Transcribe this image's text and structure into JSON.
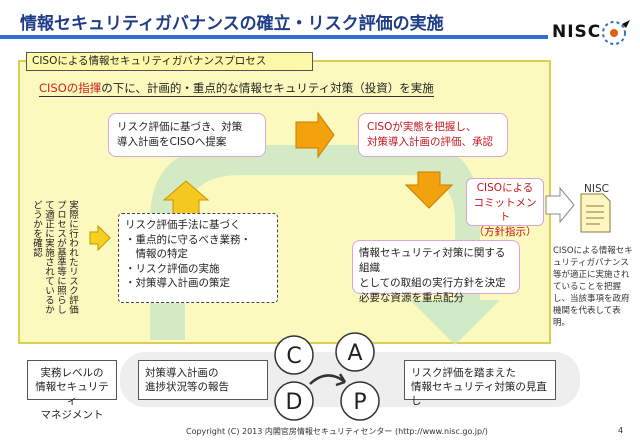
{
  "header": {
    "title": "情報セキュリティガバナンスの確立・リスク評価の実施",
    "logo_text": "NISC"
  },
  "process": {
    "tab_label": "CISOによる情報セキュリティガバナンスプロセス",
    "ciso_red": "CISOの指揮",
    "ciso_rest": "の下に、計画的・重点的な情報セキュリティ対策（投資）を実施"
  },
  "boxes": {
    "plan": [
      "リスク評価に基づき、対策",
      "導入計画をCISOへ提案"
    ],
    "ciso": [
      "CISOが実態を把握し、",
      "対策導入計画の評価、承認"
    ],
    "method": [
      "リスク評価手法に基づく",
      "・重点的に守るべき業務・",
      "　情報の特定",
      "・リスク評価の実施",
      "・対策導入計画の策定"
    ],
    "policy": [
      "情報セキュリティ対策に関する組織",
      "としての取組の実行方針を決定",
      "必要な資源を重点配分"
    ],
    "commit": [
      "CISOによる",
      "コミットメント",
      "（方針指示）"
    ]
  },
  "side": {
    "vertical_text": "実際に行われたリスク評価プロセスが基準等に照らして適正に実施されているかどうかを確認",
    "nisc_label": "NISC",
    "nisc_desc": "CISOによる情報セキュリティガバナンス等が適正に実施されていることを把握し、当該事項を政府機関を代表して表明。"
  },
  "bottom": {
    "left": [
      "実務レベルの",
      "情報セキュリティ",
      "マネジメント"
    ],
    "mid": [
      "対策導入計画の",
      "進捗状況等の報告"
    ],
    "right": [
      "リスク評価を踏まえた",
      "情報セキュリティ対策の見直し"
    ],
    "pdca": [
      "C",
      "A",
      "D",
      "P"
    ]
  },
  "footer": {
    "copyright": "Copyright (C) 2013 内閣官房情報セキュリティセンター (http://www.nisc.go.jp/)",
    "page": "4"
  },
  "colors": {
    "title": "#1f3c88",
    "accent_red": "#c2161d",
    "panel_fill": "#fbf9bd",
    "arrow_orange": "#f2a20c",
    "arrow_yellow": "#f5d21f",
    "flow_green": "#c7e3c0"
  }
}
